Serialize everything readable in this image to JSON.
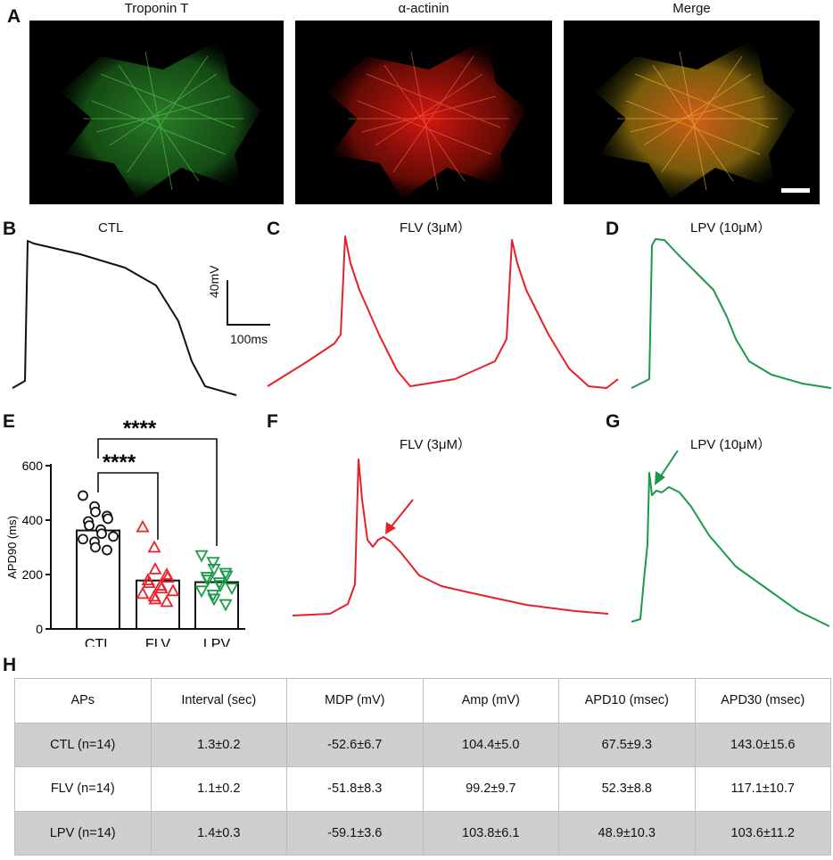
{
  "panel_labels": {
    "A": "A",
    "B": "B",
    "C": "C",
    "D": "D",
    "E": "E",
    "F": "F",
    "G": "G",
    "H": "H"
  },
  "micrographs": [
    {
      "title": "Troponin T",
      "color": "#3fbf3a"
    },
    {
      "title": "α-actinin",
      "color": "#ff2a1a"
    },
    {
      "title": "Merge",
      "color": "#e8a020"
    }
  ],
  "traces": {
    "b_title": "CTL",
    "c_title": "FLV (3μM）",
    "d_title": "LPV (10μM）",
    "f_title": "FLV (3μM）",
    "g_title": "LPV (10μM）",
    "scale_v": "40mV",
    "scale_t": "100ms"
  },
  "colors": {
    "ctl": "#111111",
    "flv": "#e8202a",
    "lpv": "#1a9a48"
  },
  "chart_data": {
    "type": "bar",
    "categories": [
      "CTL",
      "FLV",
      "LPV"
    ],
    "values": [
      362,
      178,
      172
    ],
    "ylabel": "APD90 (ms)",
    "ylim": [
      0,
      600
    ],
    "yticks": [
      0,
      200,
      400,
      600
    ],
    "significance": [
      {
        "between": [
          "CTL",
          "FLV"
        ],
        "label": "****"
      },
      {
        "between": [
          "CTL",
          "LPV"
        ],
        "label": "****"
      }
    ],
    "points": {
      "CTL": [
        490,
        450,
        430,
        415,
        405,
        395,
        380,
        365,
        350,
        340,
        330,
        320,
        300,
        290
      ],
      "FLV": [
        375,
        300,
        220,
        200,
        190,
        180,
        170,
        160,
        150,
        140,
        130,
        120,
        110,
        100
      ],
      "LPV": [
        270,
        245,
        220,
        205,
        195,
        190,
        180,
        170,
        160,
        150,
        140,
        125,
        110,
        90
      ]
    }
  },
  "table": {
    "headers": [
      "APs",
      "Interval (sec)",
      "MDP (mV)",
      "Amp (mV)",
      "APD10 (msec)",
      "APD30 (msec)"
    ],
    "rows": [
      [
        "CTL (n=14)",
        "1.3±0.2",
        "-52.6±6.7",
        "104.4±5.0",
        "67.5±9.3",
        "143.0±15.6"
      ],
      [
        "FLV (n=14)",
        "1.1±0.2",
        "-51.8±8.3",
        "99.2±9.7",
        "52.3±8.8",
        "117.1±10.7"
      ],
      [
        "LPV (n=14)",
        "1.4±0.3",
        "-59.1±3.6",
        "103.8±6.1",
        "48.9±10.3",
        "103.6±11.2"
      ]
    ]
  }
}
